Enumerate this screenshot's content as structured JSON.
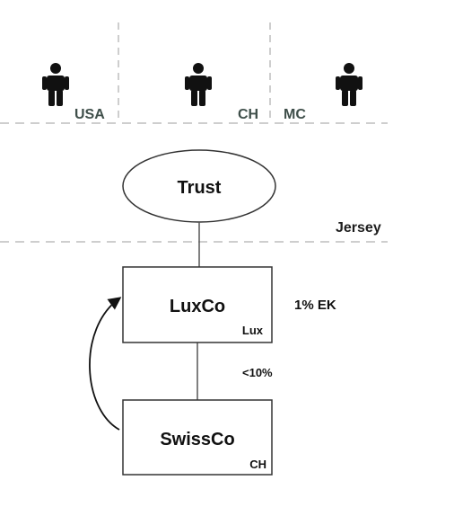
{
  "persons": [
    {
      "country": "USA",
      "icon": "person-icon"
    },
    {
      "country": "CH",
      "icon": "person-icon"
    },
    {
      "country": "MC",
      "icon": "person-icon"
    }
  ],
  "zones": {
    "jersey_label": "Jersey"
  },
  "nodes": {
    "trust": {
      "label": "Trust"
    },
    "luxco": {
      "label": "LuxCo",
      "jurisdiction": "Lux"
    },
    "swissco": {
      "label": "SwissCo",
      "jurisdiction": "CH"
    }
  },
  "annotations": {
    "luxco_equity": "1% EK",
    "holding_share": "<10%"
  },
  "colors": {
    "country_label": "#3f4f4a",
    "divider": "#bdbdbd",
    "line": "#555555",
    "icon": "#111111"
  }
}
